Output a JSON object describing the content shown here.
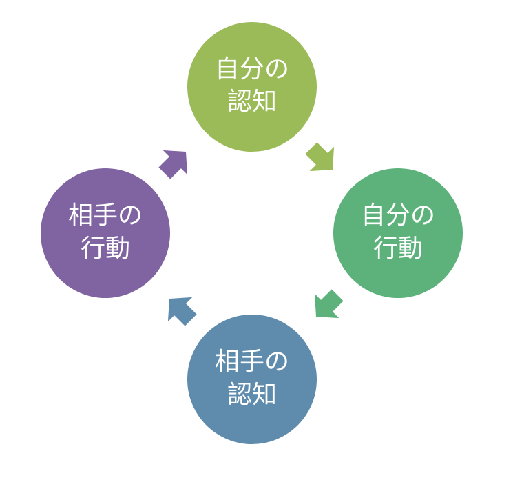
{
  "diagram": {
    "type": "cycle",
    "nodes": [
      {
        "id": "self-cognition",
        "line1": "自分の",
        "line2": "認知",
        "color": "#9BBB59"
      },
      {
        "id": "self-action",
        "line1": "自分の",
        "line2": "行動",
        "color": "#5DB27C"
      },
      {
        "id": "other-cognition",
        "line1": "相手の",
        "line2": "認知",
        "color": "#5F8BAD"
      },
      {
        "id": "other-action",
        "line1": "相手の",
        "line2": "行動",
        "color": "#8064A2"
      }
    ],
    "arrows": [
      {
        "from": "self-cognition",
        "to": "self-action",
        "color": "#9BBB59"
      },
      {
        "from": "self-action",
        "to": "other-cognition",
        "color": "#5DB27C"
      },
      {
        "from": "other-cognition",
        "to": "other-action",
        "color": "#5F8BAD"
      },
      {
        "from": "other-action",
        "to": "self-cognition",
        "color": "#8064A2"
      }
    ]
  }
}
